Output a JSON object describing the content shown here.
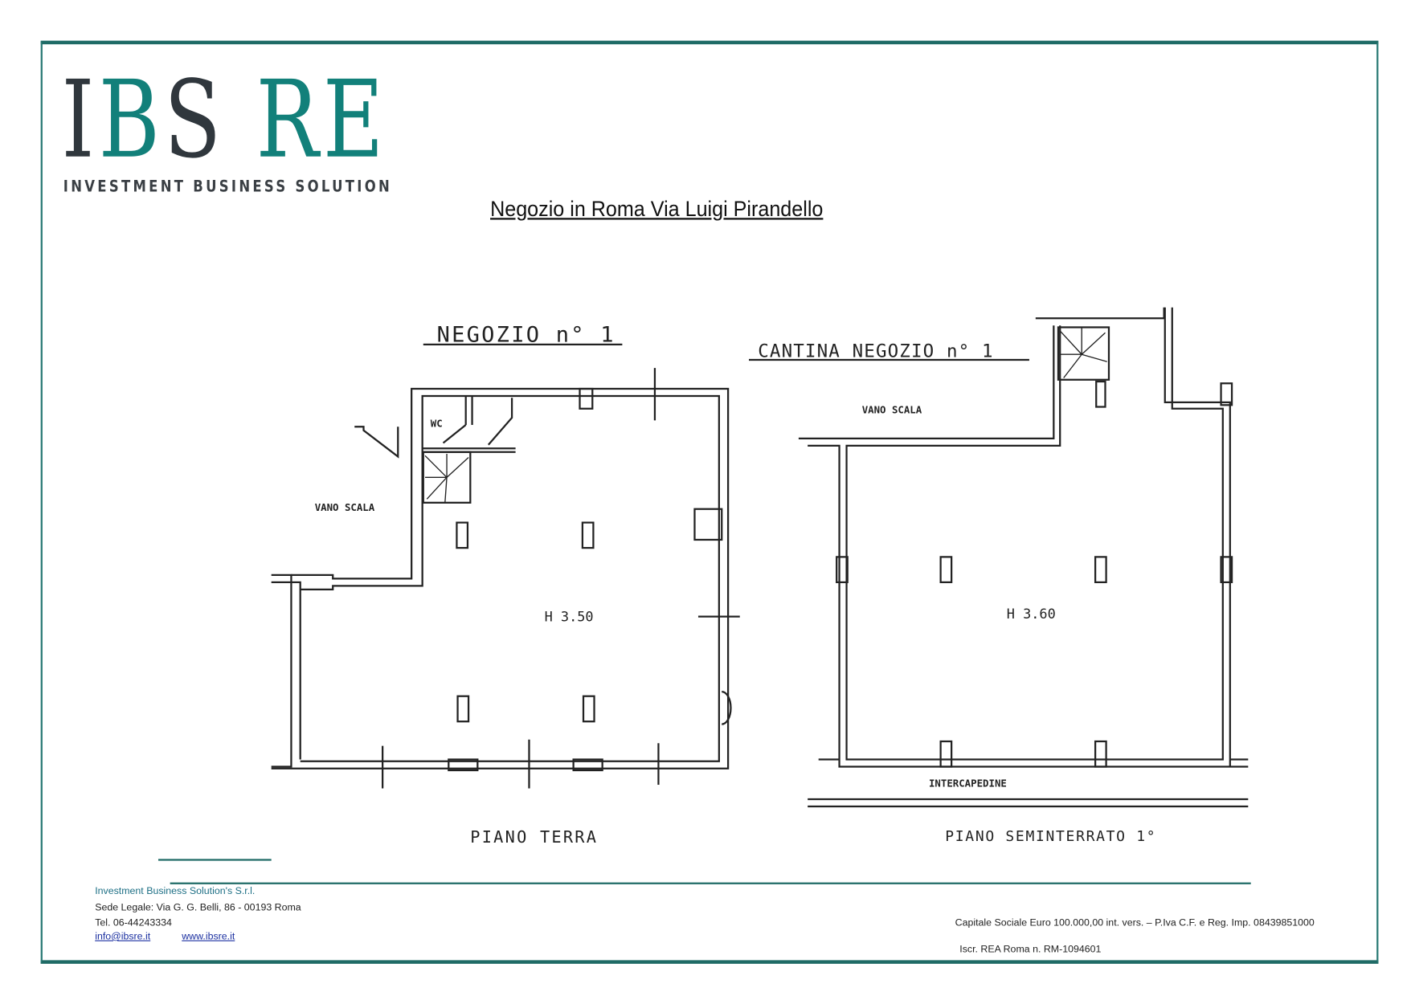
{
  "logo": {
    "letters": [
      "I",
      "B",
      "S",
      " ",
      "R",
      "E"
    ],
    "tagline": "INVESTMENT BUSINESS SOLUTION",
    "colors": {
      "dark": "#30373d",
      "teal": "#12807a"
    }
  },
  "title": "Negozio in Roma Via Luigi Pirandello",
  "plans": {
    "left": {
      "heading": "NEGOZIO  n° 1",
      "stair_label": "VANO SCALA",
      "wc_label": "WC",
      "height_label": "H  3.50",
      "floor_label": "PIANO  TERRA"
    },
    "right": {
      "heading": "CANTINA   NEGOZIO  n° 1",
      "stair_label": "VANO SCALA",
      "height_label": "H  3.60",
      "cavity_label": "INTERCAPEDINE",
      "floor_label": "PIANO  SEMINTERRATO 1°"
    }
  },
  "footer": {
    "company": "Investment Business Solution's S.r.l.",
    "address": "Sede Legale: Via G. G. Belli, 86 - 00193 Roma",
    "phone": "Tel. 06-44243334",
    "email": "info@ibsre.it",
    "website": "www.ibsre.it",
    "capital": "Capitale Sociale Euro 100.000,00 int. vers. – P.Iva C.F. e Reg. Imp. 08439851000",
    "rea": "Iscr. REA Roma n. RM-1094601"
  },
  "accent_color": "#1f6b66"
}
